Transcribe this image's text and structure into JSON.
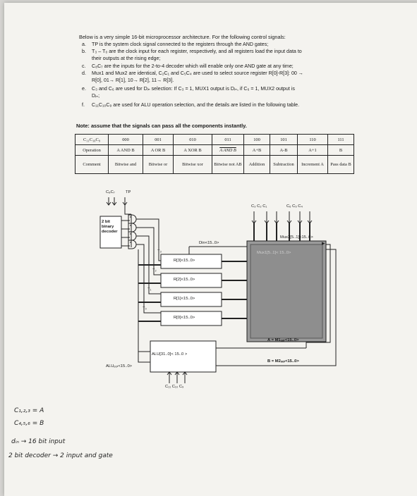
{
  "intro": "Below is a very simple 16-bit microprocessor architecture. For the following control signals:",
  "items": [
    {
      "marker": "a.",
      "lines": [
        "TP is the system clock signal connected to the registers through the AND gates;"
      ]
    },
    {
      "marker": "b.",
      "lines": [
        "T₃ – T₀ are the clock input for each register, respectively, and all registers load the input data to",
        "their outputs at the rising edge;"
      ]
    },
    {
      "marker": "c.",
      "lines": [
        "C₈C₇ are the inputs for the 2-to-4 decoder which will enable only one AND gate at any time;"
      ]
    },
    {
      "marker": "d.",
      "lines": [
        "Mux1 and Mux2 are identical, C₂C₁ and C₅C₄ are used to select source register R[0]-R[3]: 00 →",
        "R[0], 01→ R[1], 10→ R[2], 11→ R[3]."
      ]
    },
    {
      "marker": "e.",
      "lines": [
        "C₃ and C₆ are used for Dᵢₙ selection: If C₃ = 1, MUX1 output is Dᵢₙ, if C₆ = 1, MUX2 output is",
        "Dᵢₙ;"
      ]
    },
    {
      "marker": "f.",
      "lines": [
        "C₁₁C₁₀C₉ are used for ALU operation selection, and the details are listed in the following table."
      ]
    }
  ],
  "note": "Note: assume that the signals can pass all the components instantly.",
  "table": {
    "rows": [
      [
        "C₁₁C₁₀C₉",
        "000",
        "001",
        "010",
        "011",
        "100",
        "101",
        "110",
        "111"
      ],
      [
        "Operation",
        "A AND B",
        "A OR B",
        "A XOR B",
        "A AND B",
        "A+B",
        "A-B",
        "A+1",
        "B"
      ],
      [
        "Comment",
        "Bitwise and",
        "Bitwise or",
        "Bitwise xor",
        "Bitwise not AB",
        "Addition",
        "Subtraction",
        "Increment A",
        "Pass data B"
      ]
    ]
  },
  "diagram": {
    "decoder_inputs": "C₈C₇",
    "tp": "TP",
    "decoder_label": "2 bit binary decoder",
    "clocks": [
      "T₃",
      "T₂",
      "T₁",
      "T₀"
    ],
    "din": "Din<15..0>",
    "registers": [
      "R[3]<15..0>",
      "R[2]<15..0>",
      "R[1]<15..0>",
      "R[0]<15..0>"
    ],
    "alu": "ALU[31..0]< 15..0 >",
    "alu_out": "ALUₒᵤₜ<15..0>",
    "alu_ctrl": "C₁₁  C₁₀  C₉",
    "mux_ctrl": [
      "C₃ C₂ C₁",
      "C₆ C₅ C₄"
    ],
    "mux2": "Mux2[5..1]<15..0>",
    "mux1": "Mux1[5..1]< 15..0>",
    "a_label": "A = M1ₒᵤₜ<15..0>",
    "b_label": "B = M2ₒᵤₜ<15..0>"
  },
  "handwritten": [
    "C₁,₂,₃ = A",
    "C₄,₅,₆ = B",
    "dᵢₙ → 16 bit input",
    "2 bit decoder → 2 input and gate"
  ]
}
